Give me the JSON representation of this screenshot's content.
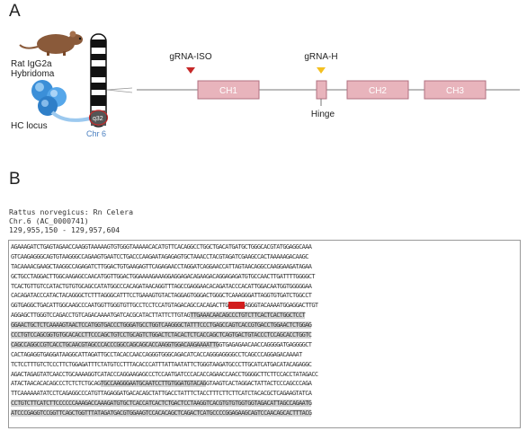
{
  "panel_a": {
    "label": "A",
    "source_label_1": "Rat IgG2a",
    "source_label_2": "Hybridoma",
    "locus_label": "HC locus",
    "band_label": "q32",
    "chromosome_label": "Chr 6",
    "grna_iso_label": "gRNA-ISO",
    "grna_h_label": "gRNA-H",
    "hinge_label": "Hinge",
    "exons": [
      "CH1",
      "CH2",
      "CH3"
    ],
    "colors": {
      "exon_fill": "#e8b4bc",
      "exon_stroke": "#b07080",
      "grna_iso": "#c62828",
      "grna_h": "#f4c020",
      "cell": "#4a9fe0",
      "chromosome": "#111111"
    }
  },
  "panel_b": {
    "label": "B",
    "species": "Rattus norvegicus: Rn Celera",
    "chromosome": "Chr.6 (AC_0000741)",
    "range": "129,955,150 - 129,957,604",
    "sequence_lines": [
      [
        {
          "t": "AGAAAGATCTGAGTAGAACCAAGGTAAAAAGTGTGGGTAAAAACACATGTTCACAGGCCTGGCTGACATGATGCTGGGCACGTATGGAGGCAAA"
        }
      ],
      [
        {
          "t": "GTCAAGAGGGCAGTGTAAGGGCCAGAAGTGAATCCTGACCCAAGAATAGAGAGTGCTAAACCTACGTAGATCGAAGCCACTAAAAAGACAAGC"
        }
      ],
      [
        {
          "t": "TACAAAACGAAGCTAAGGCCAGAGATCTTGGACTGTGAAGAGTTCAGAGAACCTAGGATCAGGAACCATTAGTAACAGGCCAAGGAAGATAGAA"
        }
      ],
      [
        {
          "t": "GCTGCCTAGGACTTGGCAAGAGCCAACATGGTTGGACTGGAAAAGAAAGGAGGAGACAGAAGACAGGAGAGATGTGCCAACTTGATTTTGGGGCT"
        }
      ],
      [
        {
          "t": "TCACTGTTGTCCATACTGTGTGCAGCCATATGGCCCACAGATAACAGGTTTAGCCGAGGAACACAGATACCCACATTGGACAATGGTGGGGGAA"
        }
      ],
      [
        {
          "t": "CACAGATACCCATACTACAGGGCTCTTTAGGGCATTTCCTGAAAGTGTACTAGGAGTGGGACTGGGCTCAAAGGGATTAGGTGTGATCTGGCCT"
        }
      ],
      [
        {
          "t": "GGTGAGGCTGACATTGGCAAGCCCAATGGTTGGGTGTTGCCTCCTCCATGTAGACAGCCACAGACTTG"
        },
        {
          "t": "GTGCA",
          "c": "red"
        },
        {
          "t": "AGGGTACAAAATGGAGGACTTGT"
        }
      ],
      [
        {
          "t": "AGGAGCTTGGGTCCAGACCTGTCAGACAAAATGATCACGCATACTTATTCTTGTAG"
        },
        {
          "t": "TTGAAACAACAGCCCTGTCTTCACTCACTGGCTCCT",
          "c": "hl"
        }
      ],
      [
        {
          "t": "GGAACTGCTCTCAAAAGTAACTCCATGGTGACCCTGGGATGCCTGGTCAAGGGCTATTTCCCTGAGCCAGTCACCGTGACCTGGAACTCTGGAG",
          "c": "hl"
        }
      ],
      [
        {
          "t": "CCCTGTCCAGCGGTGTGCACACCTTCCCAGCTGTCCTGCAGTCTGGACTCTACACTCTCACCAGCTCAGTGACTGTACCCTCCAGCACCTGGTC",
          "c": "hl"
        }
      ],
      [
        {
          "t": "CAGCCAGGCCGTCACCTGCAACGTAGCCCACCCGGCCAGCAGCACCAAGGTGGACAAGAAAATTG",
          "c": "hl"
        },
        {
          "t": "GTGAGAGAACAACCAGGGGATGAGGGGCT"
        }
      ],
      [
        {
          "t": "CACTAGAGGTGAGGATAAGGCATTAGATTGCCTACACCAACCAGGGTGGGCAGACATCACCAGGGAGGGGCCTCAGCCCAGGAGACAAAAT"
        }
      ],
      [
        {
          "t": "TCTCCTTTGTCTCCCTTCTGGAGATTTCTATGTCCTTTACACCCATTTATTAATATTCTGGGTAAGATGCCCTTGCATCATGACATACAGAGGC"
        }
      ],
      [
        {
          "t": "AGACTAGAGTATCAACCTGCAAAAGGTCATACCCAGGAAGAGCCCTCCAATGATCCCACACCAGAACCAACCTGGGGCTTCTTCCACCTATAGACC"
        }
      ],
      [
        {
          "t": "ATACTAACACACAGCCCTCTCTCTGCAG"
        },
        {
          "t": "TGCCAAGGGAATGCAATCCTTGTGGATGTACAG",
          "c": "hl"
        },
        {
          "t": "GTAAGTCACTAGGACTATTACTCCCAGCCCAGA"
        }
      ],
      [
        {
          "t": "TTCAAAAAATATCCTCAGAGGCCCATGTTAGAGGATGACACAGCTATTGACCTATTTCTACCTTTCTTCTTCATCTACACGCTCAGAAGTATCA"
        }
      ],
      [
        {
          "t": "CCTGTCTTCATCTTCCCCCCAAAGACCAAAGATGTGCTCACCATCACTCTGACTCCTAAGGTCACGTGTGTGGTGGTAGACATTAGCCAGAATG",
          "c": "hl"
        }
      ],
      [
        {
          "t": "ATCCCGAGGTCCGGTTCAGCTGGTTTATAGATGACGTGGAAGTCCACACAGCTCAGACTCATGCCCCGGAGAAGCAGTCCAACAGCACTTTACG",
          "c": "hl"
        }
      ]
    ],
    "colors": {
      "exon_highlight": "#d4d4d4",
      "grna_iso_site": "#d21e1e",
      "grna_h_site": "#f5f032"
    }
  }
}
